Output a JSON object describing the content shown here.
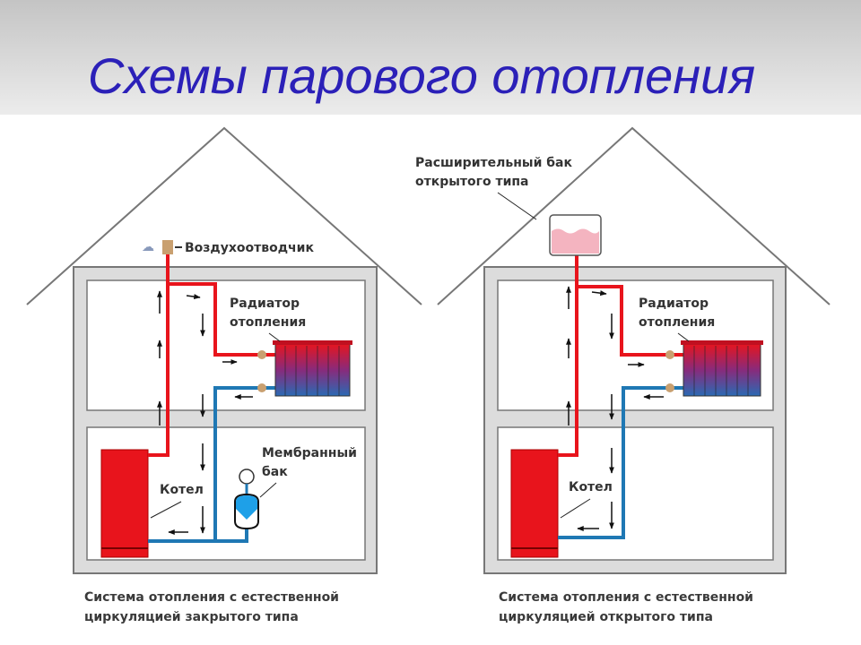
{
  "title": "Схемы парового отопления",
  "left": {
    "air_vent": "Воздухоотводчик",
    "radiator_1": "Радиатор",
    "radiator_2": "отопления",
    "boiler": "Котел",
    "tank_1": "Мембранный",
    "tank_2": "бак",
    "caption_1": "Система отопления с естественной",
    "caption_2": "циркуляцией закрытого типа"
  },
  "right": {
    "tank_1": "Расширительный бак",
    "tank_2": "открытого типа",
    "radiator_1": "Радиатор",
    "radiator_2": "отопления",
    "boiler": "Котел",
    "caption_1": "Система отопления с естественной",
    "caption_2": "циркуляцией открытого типа"
  },
  "colors": {
    "hot": "#e8141c",
    "cold": "#1f78b4",
    "title": "#2b20b8"
  }
}
